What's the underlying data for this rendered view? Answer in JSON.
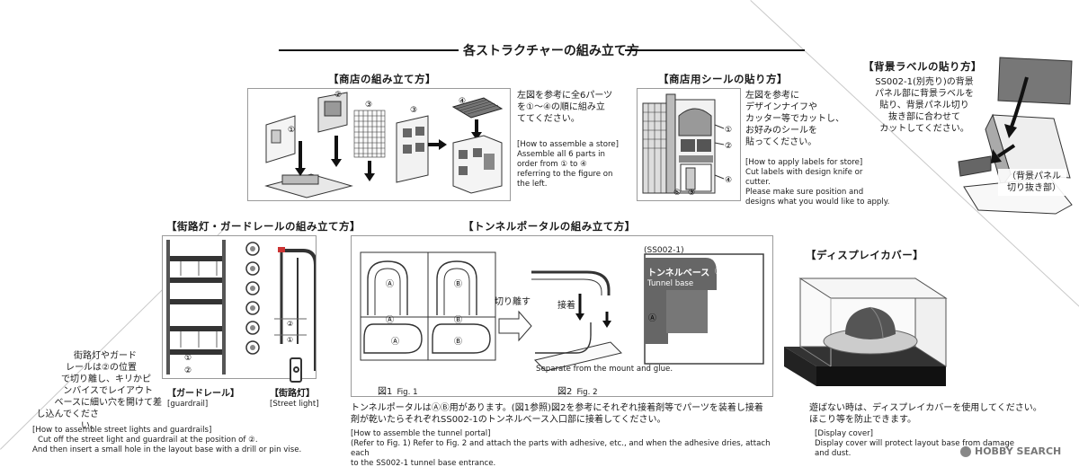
{
  "main_title": "各ストラクチャーの組み立て方",
  "store": {
    "heading": "【商店の組み立て方】",
    "jp_text": [
      "左図を参考に全6パーツ",
      "を①～④の順に組み立",
      "ててください。"
    ],
    "en_heading": "[How to assemble a store]",
    "en_text": [
      "Assemble all 6 parts in",
      "order from ① to ④",
      "referring to the figure on",
      "the left."
    ],
    "fig_labels": [
      "①",
      "②",
      "③",
      "④"
    ]
  },
  "store_label": {
    "heading": "【商店用シールの貼り方】",
    "jp_text": [
      "左図を参考に",
      "デザインナイフや",
      "カッター等でカットし、",
      "お好みのシールを",
      "貼ってください。"
    ],
    "en_heading": "[How to apply labels for store]",
    "en_text": [
      "Cut labels with design knife or",
      "cutter.",
      "Please make sure position and",
      "designs what you would like to apply."
    ],
    "fig_labels": [
      "①",
      "②",
      "③",
      "④",
      "⑤",
      "③"
    ]
  },
  "bg_label": {
    "heading": "【背景ラベルの貼り方】",
    "jp_text": [
      "SS002-1(別売り)の背景",
      "パネル部に背景ラベルを",
      "貼り、背景パネル切り",
      "抜き部に合わせて",
      "カットしてください。"
    ],
    "callout": [
      "（背景パネル",
      "切り抜き部）"
    ]
  },
  "street": {
    "heading": "【街路灯・ガードレールの組み立て方】",
    "jp_text": [
      "街路灯やガード",
      "レールは②の位置",
      "で切り離し、キリかピ",
      "ンバイスでレイアウト",
      "ベースに細い穴を開けて差",
      "し込んでください。"
    ],
    "guardrail_jp": "【ガードレール】",
    "guardrail_en": "[guardrail]",
    "streetlight_jp": "【街路灯】",
    "streetlight_en": "[Street light]",
    "en_heading": "[How to assemble street lights and guardrails]",
    "en_text": [
      "Cut off the street light and guardrail at the position of ②.",
      "And then insert a small hole in the layout base with a drill or pin vise."
    ],
    "fig_labels": [
      "①",
      "②"
    ]
  },
  "tunnel": {
    "heading": "【トンネルポータルの組み立て方】",
    "fig1_label": "図1",
    "fig1_en": "Fig. 1",
    "fig2_label": "図2",
    "fig2_en": "Fig. 2",
    "cut_label": "切り離す",
    "glue_label": "接着",
    "separate_en": "Separate from the mount and glue.",
    "ss_label": "(SS002-1)",
    "base_jp": "トンネルベース",
    "base_en": "Tunnel base",
    "part_a": "Ⓐ",
    "part_b": "Ⓑ",
    "jp_text": [
      "トンネルポータルはⒶⒷ用があります。(図1参照)図2を参考にそれぞれ接着剤等でパーツを装着し接着",
      "剤が乾いたらそれぞれSS002-1のトンネルベース入口部に接着してください。"
    ],
    "en_heading": "[How to assemble the tunnel portal]",
    "en_text": [
      "(Refer to Fig. 1) Refer to Fig. 2 and attach the parts with adhesive, etc., and when the adhesive dries, attach each",
      "to the SS002-1 tunnel base entrance."
    ]
  },
  "display": {
    "heading": "【ディスプレイカバー】",
    "jp_text": [
      "遊ばない時は、ディスプレイカバーを使用してください。",
      "ほこり等を防止できます。"
    ],
    "en_heading": "[Display cover]",
    "en_text": [
      "Display cover will protect layout base from damage and dust."
    ]
  },
  "watermark": "HOBBY SEARCH"
}
